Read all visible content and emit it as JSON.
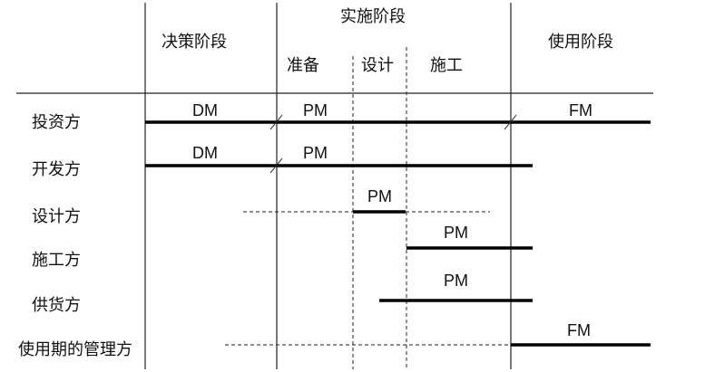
{
  "header": {
    "decision_phase": "决策阶段",
    "implementation_phase": "实施阶段",
    "prep": "准备",
    "design": "设计",
    "construction": "施工",
    "use_phase": "使用阶段"
  },
  "rows": [
    {
      "party": "投资方",
      "labels": [
        "DM",
        "PM",
        "FM"
      ]
    },
    {
      "party": "开发方",
      "labels": [
        "DM",
        "PM"
      ]
    },
    {
      "party": "设计方",
      "labels": [
        "PM"
      ]
    },
    {
      "party": "施工方",
      "labels": [
        "PM"
      ]
    },
    {
      "party": "供货方",
      "labels": [
        "PM"
      ]
    },
    {
      "party": "使用期的管理方",
      "labels": [
        "FM"
      ]
    }
  ]
}
